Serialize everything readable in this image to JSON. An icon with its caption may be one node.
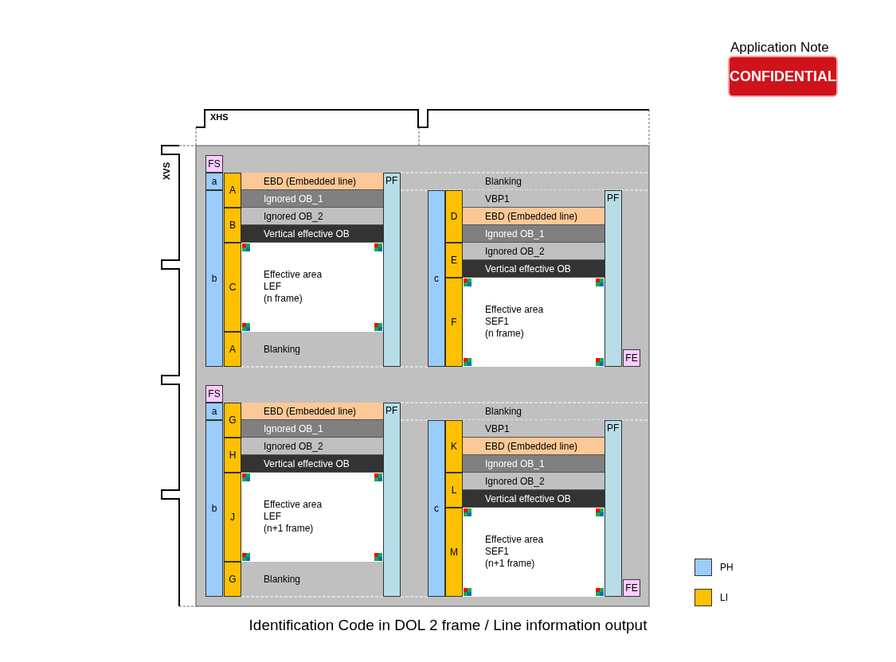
{
  "diagram": {
    "caption": "Identification Code in DOL 2 frame / Line information output",
    "nodes": [
      {
        "text": [
          "FS"
        ]
      },
      {
        "text": [
          "a"
        ]
      },
      {
        "text": [
          "b"
        ]
      },
      {
        "text": [
          "A"
        ]
      },
      {
        "text": [
          "B"
        ]
      },
      {
        "text": [
          "C"
        ]
      },
      {
        "text": [
          "A"
        ]
      },
      {
        "text": [
          "EBD (Embedded line)"
        ]
      },
      {
        "text": [
          "Ignored OB_1"
        ]
      },
      {
        "text": [
          "Ignored OB_2"
        ]
      },
      {
        "text": [
          "Vertical effective OB"
        ]
      },
      {
        "text": [
          "Effective area",
          "LEF",
          "(n frame)"
        ]
      },
      {
        "text": [
          "Blanking"
        ]
      },
      {
        "text": [
          "PF"
        ]
      },
      {
        "text": [
          "Blanking"
        ]
      },
      {
        "text": [
          "c"
        ]
      },
      {
        "text": [
          "D"
        ]
      },
      {
        "text": [
          "E"
        ]
      },
      {
        "text": [
          "F"
        ]
      },
      {
        "text": [
          "VBP1"
        ]
      },
      {
        "text": [
          "EBD (Embedded line)"
        ]
      },
      {
        "text": [
          "Ignored OB_1"
        ]
      },
      {
        "text": [
          "Ignored OB_2"
        ]
      },
      {
        "text": [
          "Vertical effective OB"
        ]
      },
      {
        "text": [
          "Effective area",
          "SEF1",
          "(n frame)"
        ]
      },
      {
        "text": [
          "PF"
        ]
      },
      {
        "text": [
          "FE"
        ]
      },
      {
        "text": [
          "FS"
        ]
      },
      {
        "text": [
          "a"
        ]
      },
      {
        "text": [
          "b"
        ]
      },
      {
        "text": [
          "G"
        ]
      },
      {
        "text": [
          "H"
        ]
      },
      {
        "text": [
          "J"
        ]
      },
      {
        "text": [
          "G"
        ]
      },
      {
        "text": [
          "EBD (Embedded line)"
        ]
      },
      {
        "text": [
          "Ignored OB_1"
        ]
      },
      {
        "text": [
          "Ignored OB_2"
        ]
      },
      {
        "text": [
          "Vertical effective OB"
        ]
      },
      {
        "text": [
          "Effective area",
          "LEF",
          "(n+1 frame)"
        ]
      },
      {
        "text": [
          "Blanking"
        ]
      },
      {
        "text": [
          "PF"
        ]
      },
      {
        "text": [
          "Blanking"
        ]
      },
      {
        "text": [
          "c"
        ]
      },
      {
        "text": [
          "K"
        ]
      },
      {
        "text": [
          "L"
        ]
      },
      {
        "text": [
          "M"
        ]
      },
      {
        "text": [
          "VBP1"
        ]
      },
      {
        "text": [
          "EBD (Embedded line)"
        ]
      },
      {
        "text": [
          "Ignored OB_1"
        ]
      },
      {
        "text": [
          "Ignored OB_2"
        ]
      },
      {
        "text": [
          "Vertical effective OB"
        ]
      },
      {
        "text": [
          "Effective area",
          "SEF1",
          "(n+1 frame)"
        ]
      },
      {
        "text": [
          "PF"
        ]
      },
      {
        "text": [
          "FE"
        ]
      }
    ],
    "edges": [],
    "labels": [
      "Application Note",
      "CONFIDENTIAL",
      "XHS",
      "XVS"
    ],
    "legend": [
      {
        "text": "PH",
        "color": "#99ccff"
      },
      {
        "text": "LI",
        "color": "#ffc000"
      }
    ]
  }
}
